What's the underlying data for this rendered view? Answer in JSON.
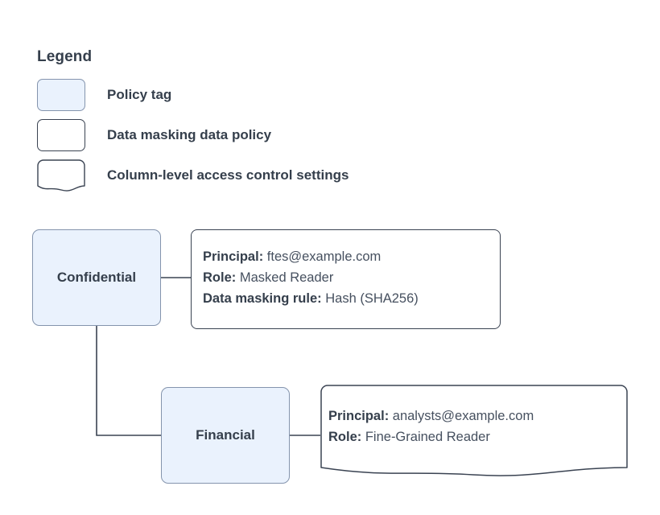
{
  "legend": {
    "title": "Legend",
    "items": [
      {
        "swatch": "policy-tag-swatch",
        "label": "Policy tag"
      },
      {
        "swatch": "data-masking-policy-swatch",
        "label": "Data masking data policy"
      },
      {
        "swatch": "column-access-settings-swatch",
        "label": "Column-level access control settings"
      }
    ]
  },
  "nodes": [
    {
      "id": "confidential",
      "label": "Confidential"
    },
    {
      "id": "financial",
      "label": "Financial"
    }
  ],
  "details": {
    "confidential": {
      "principal_label": "Principal:",
      "principal_value": "ftes@example.com",
      "role_label": "Role:",
      "role_value": "Masked Reader",
      "rule_label": "Data masking rule:",
      "rule_value": "Hash (SHA256)"
    },
    "financial": {
      "principal_label": "Principal:",
      "principal_value": "analysts@example.com",
      "role_label": "Role:",
      "role_value": "Fine-Grained Reader"
    }
  },
  "colors": {
    "tag_fill": "#eaf2fd",
    "tag_border": "#8494ad",
    "note_border": "#3a4352",
    "text": "#353f4c",
    "value_text": "#46505f",
    "connector": "#3a4352",
    "background": "#ffffff"
  }
}
